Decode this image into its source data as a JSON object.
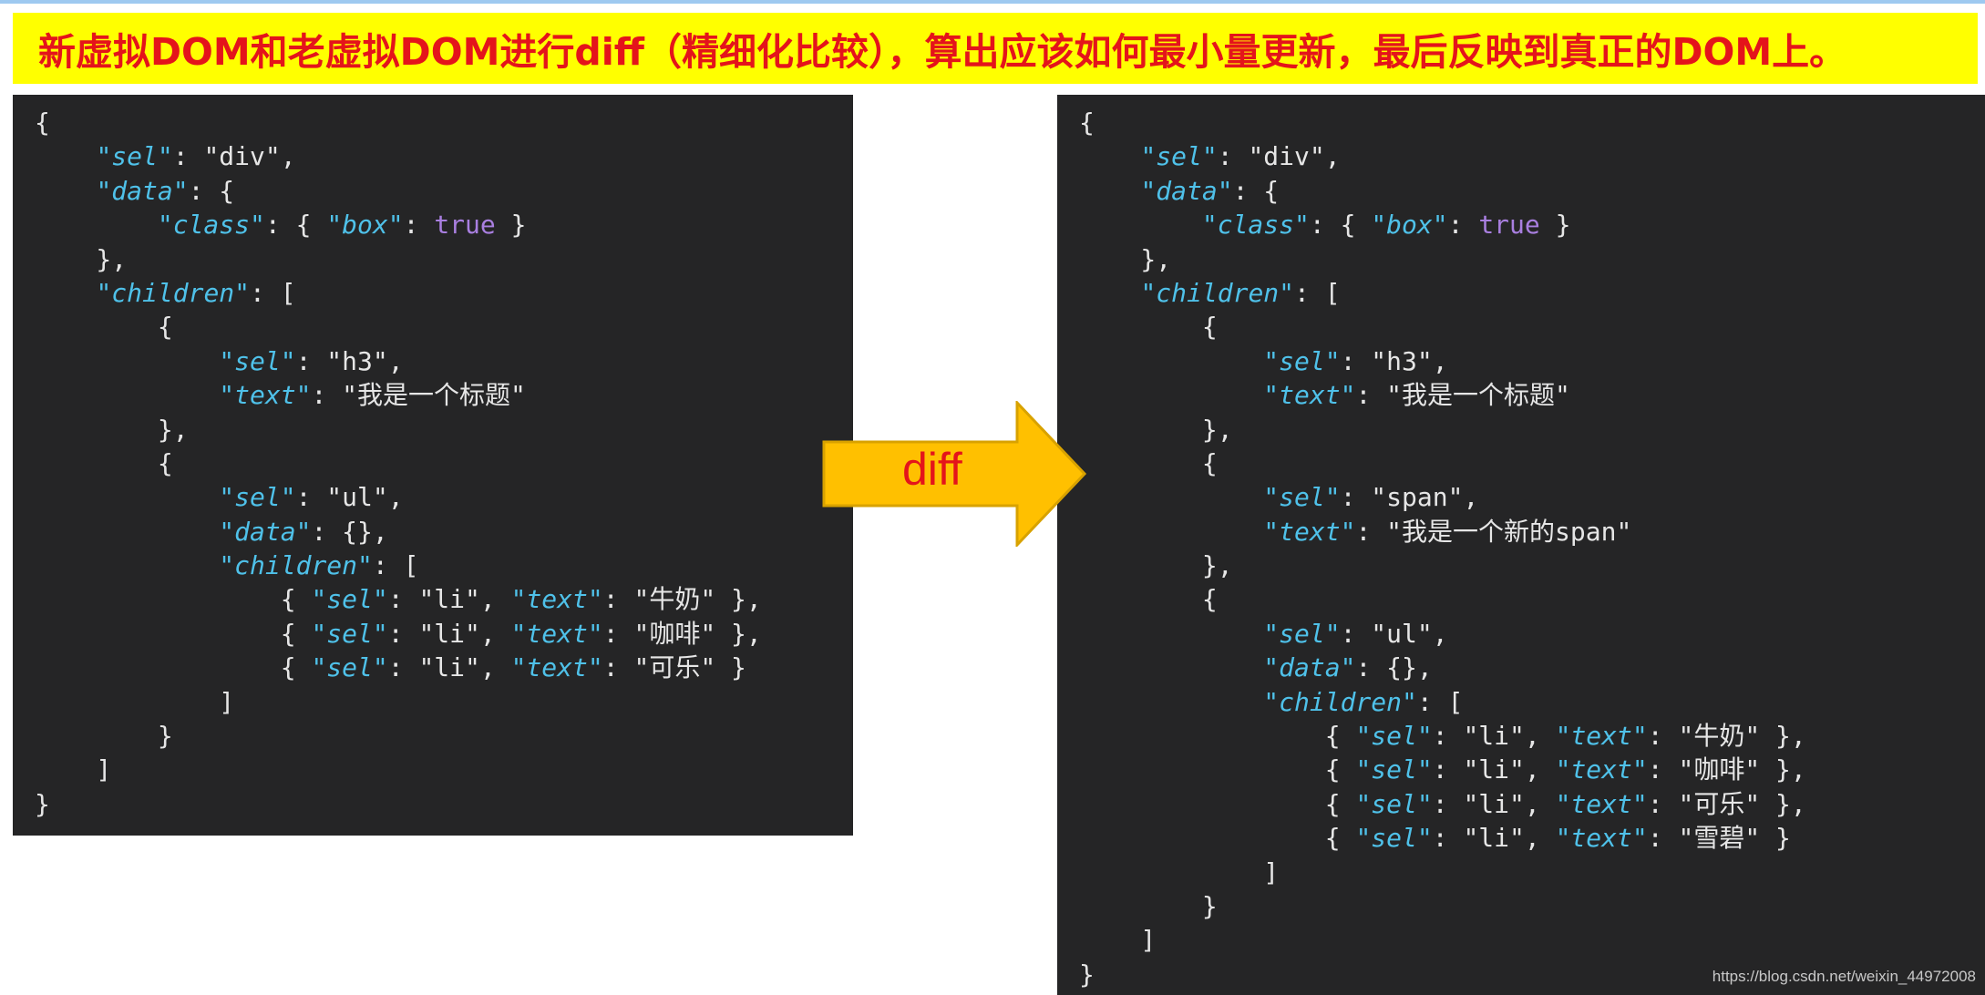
{
  "banner": {
    "text": "新虚拟DOM和老虚拟DOM进行diff（精细化比较），算出应该如何最小量更新，最后反映到真正的DOM上。"
  },
  "colors": {
    "banner_bg": "#ffff00",
    "banner_text": "#e4141b",
    "panel_bg": "#252526",
    "key": "#4fc1e9",
    "boolean": "#a97fe0",
    "text": "#e6e6e6",
    "arrow_fill": "#ffc000",
    "arrow_stroke": "#d8a200"
  },
  "arrow": {
    "label": "diff"
  },
  "old_vnode": {
    "lines": [
      [
        {
          "t": "p",
          "v": "{"
        }
      ],
      [
        {
          "t": "p",
          "v": "    "
        },
        {
          "t": "k",
          "v": "\"sel\""
        },
        {
          "t": "p",
          "v": ": \"div\","
        }
      ],
      [
        {
          "t": "p",
          "v": "    "
        },
        {
          "t": "k",
          "v": "\"data\""
        },
        {
          "t": "p",
          "v": ": {"
        }
      ],
      [
        {
          "t": "p",
          "v": "        "
        },
        {
          "t": "k",
          "v": "\"class\""
        },
        {
          "t": "p",
          "v": ": { "
        },
        {
          "t": "k",
          "v": "\"box\""
        },
        {
          "t": "p",
          "v": ": "
        },
        {
          "t": "b",
          "v": "true"
        },
        {
          "t": "p",
          "v": " }"
        }
      ],
      [
        {
          "t": "p",
          "v": "    },"
        }
      ],
      [
        {
          "t": "p",
          "v": "    "
        },
        {
          "t": "k",
          "v": "\"children\""
        },
        {
          "t": "p",
          "v": ": ["
        }
      ],
      [
        {
          "t": "p",
          "v": "        {"
        }
      ],
      [
        {
          "t": "p",
          "v": "            "
        },
        {
          "t": "k",
          "v": "\"sel\""
        },
        {
          "t": "p",
          "v": ": \"h3\","
        }
      ],
      [
        {
          "t": "p",
          "v": "            "
        },
        {
          "t": "k",
          "v": "\"text\""
        },
        {
          "t": "p",
          "v": ": \"我是一个标题\""
        }
      ],
      [
        {
          "t": "p",
          "v": "        },"
        }
      ],
      [
        {
          "t": "p",
          "v": "        {"
        }
      ],
      [
        {
          "t": "p",
          "v": "            "
        },
        {
          "t": "k",
          "v": "\"sel\""
        },
        {
          "t": "p",
          "v": ": \"ul\","
        }
      ],
      [
        {
          "t": "p",
          "v": "            "
        },
        {
          "t": "k",
          "v": "\"data\""
        },
        {
          "t": "p",
          "v": ": {},"
        }
      ],
      [
        {
          "t": "p",
          "v": "            "
        },
        {
          "t": "k",
          "v": "\"children\""
        },
        {
          "t": "p",
          "v": ": ["
        }
      ],
      [
        {
          "t": "p",
          "v": "                { "
        },
        {
          "t": "k",
          "v": "\"sel\""
        },
        {
          "t": "p",
          "v": ": \"li\", "
        },
        {
          "t": "k",
          "v": "\"text\""
        },
        {
          "t": "p",
          "v": ": \"牛奶\" },"
        }
      ],
      [
        {
          "t": "p",
          "v": "                { "
        },
        {
          "t": "k",
          "v": "\"sel\""
        },
        {
          "t": "p",
          "v": ": \"li\", "
        },
        {
          "t": "k",
          "v": "\"text\""
        },
        {
          "t": "p",
          "v": ": \"咖啡\" },"
        }
      ],
      [
        {
          "t": "p",
          "v": "                { "
        },
        {
          "t": "k",
          "v": "\"sel\""
        },
        {
          "t": "p",
          "v": ": \"li\", "
        },
        {
          "t": "k",
          "v": "\"text\""
        },
        {
          "t": "p",
          "v": ": \"可乐\" }"
        }
      ],
      [
        {
          "t": "p",
          "v": "            ]"
        }
      ],
      [
        {
          "t": "p",
          "v": "        }"
        }
      ],
      [
        {
          "t": "p",
          "v": "    ]"
        }
      ],
      [
        {
          "t": "p",
          "v": "}"
        }
      ]
    ]
  },
  "new_vnode": {
    "lines": [
      [
        {
          "t": "p",
          "v": "{"
        }
      ],
      [
        {
          "t": "p",
          "v": "    "
        },
        {
          "t": "k",
          "v": "\"sel\""
        },
        {
          "t": "p",
          "v": ": \"div\","
        }
      ],
      [
        {
          "t": "p",
          "v": "    "
        },
        {
          "t": "k",
          "v": "\"data\""
        },
        {
          "t": "p",
          "v": ": {"
        }
      ],
      [
        {
          "t": "p",
          "v": "        "
        },
        {
          "t": "k",
          "v": "\"class\""
        },
        {
          "t": "p",
          "v": ": { "
        },
        {
          "t": "k",
          "v": "\"box\""
        },
        {
          "t": "p",
          "v": ": "
        },
        {
          "t": "b",
          "v": "true"
        },
        {
          "t": "p",
          "v": " }"
        }
      ],
      [
        {
          "t": "p",
          "v": "    },"
        }
      ],
      [
        {
          "t": "p",
          "v": "    "
        },
        {
          "t": "k",
          "v": "\"children\""
        },
        {
          "t": "p",
          "v": ": ["
        }
      ],
      [
        {
          "t": "p",
          "v": "        {"
        }
      ],
      [
        {
          "t": "p",
          "v": "            "
        },
        {
          "t": "k",
          "v": "\"sel\""
        },
        {
          "t": "p",
          "v": ": \"h3\","
        }
      ],
      [
        {
          "t": "p",
          "v": "            "
        },
        {
          "t": "k",
          "v": "\"text\""
        },
        {
          "t": "p",
          "v": ": \"我是一个标题\""
        }
      ],
      [
        {
          "t": "p",
          "v": "        },"
        }
      ],
      [
        {
          "t": "p",
          "v": "        {"
        }
      ],
      [
        {
          "t": "p",
          "v": "            "
        },
        {
          "t": "k",
          "v": "\"sel\""
        },
        {
          "t": "p",
          "v": ": \"span\","
        }
      ],
      [
        {
          "t": "p",
          "v": "            "
        },
        {
          "t": "k",
          "v": "\"text\""
        },
        {
          "t": "p",
          "v": ": \"我是一个新的span\""
        }
      ],
      [
        {
          "t": "p",
          "v": "        },"
        }
      ],
      [
        {
          "t": "p",
          "v": "        {"
        }
      ],
      [
        {
          "t": "p",
          "v": "            "
        },
        {
          "t": "k",
          "v": "\"sel\""
        },
        {
          "t": "p",
          "v": ": \"ul\","
        }
      ],
      [
        {
          "t": "p",
          "v": "            "
        },
        {
          "t": "k",
          "v": "\"data\""
        },
        {
          "t": "p",
          "v": ": {},"
        }
      ],
      [
        {
          "t": "p",
          "v": "            "
        },
        {
          "t": "k",
          "v": "\"children\""
        },
        {
          "t": "p",
          "v": ": ["
        }
      ],
      [
        {
          "t": "p",
          "v": "                { "
        },
        {
          "t": "k",
          "v": "\"sel\""
        },
        {
          "t": "p",
          "v": ": \"li\", "
        },
        {
          "t": "k",
          "v": "\"text\""
        },
        {
          "t": "p",
          "v": ": \"牛奶\" },"
        }
      ],
      [
        {
          "t": "p",
          "v": "                { "
        },
        {
          "t": "k",
          "v": "\"sel\""
        },
        {
          "t": "p",
          "v": ": \"li\", "
        },
        {
          "t": "k",
          "v": "\"text\""
        },
        {
          "t": "p",
          "v": ": \"咖啡\" },"
        }
      ],
      [
        {
          "t": "p",
          "v": "                { "
        },
        {
          "t": "k",
          "v": "\"sel\""
        },
        {
          "t": "p",
          "v": ": \"li\", "
        },
        {
          "t": "k",
          "v": "\"text\""
        },
        {
          "t": "p",
          "v": ": \"可乐\" },"
        }
      ],
      [
        {
          "t": "p",
          "v": "                { "
        },
        {
          "t": "k",
          "v": "\"sel\""
        },
        {
          "t": "p",
          "v": ": \"li\", "
        },
        {
          "t": "k",
          "v": "\"text\""
        },
        {
          "t": "p",
          "v": ": \"雪碧\" }"
        }
      ],
      [
        {
          "t": "p",
          "v": "            ]"
        }
      ],
      [
        {
          "t": "p",
          "v": "        }"
        }
      ],
      [
        {
          "t": "p",
          "v": "    ]"
        }
      ],
      [
        {
          "t": "p",
          "v": "}"
        }
      ]
    ]
  },
  "watermark": {
    "text": "https://blog.csdn.net/weixin_44972008"
  }
}
